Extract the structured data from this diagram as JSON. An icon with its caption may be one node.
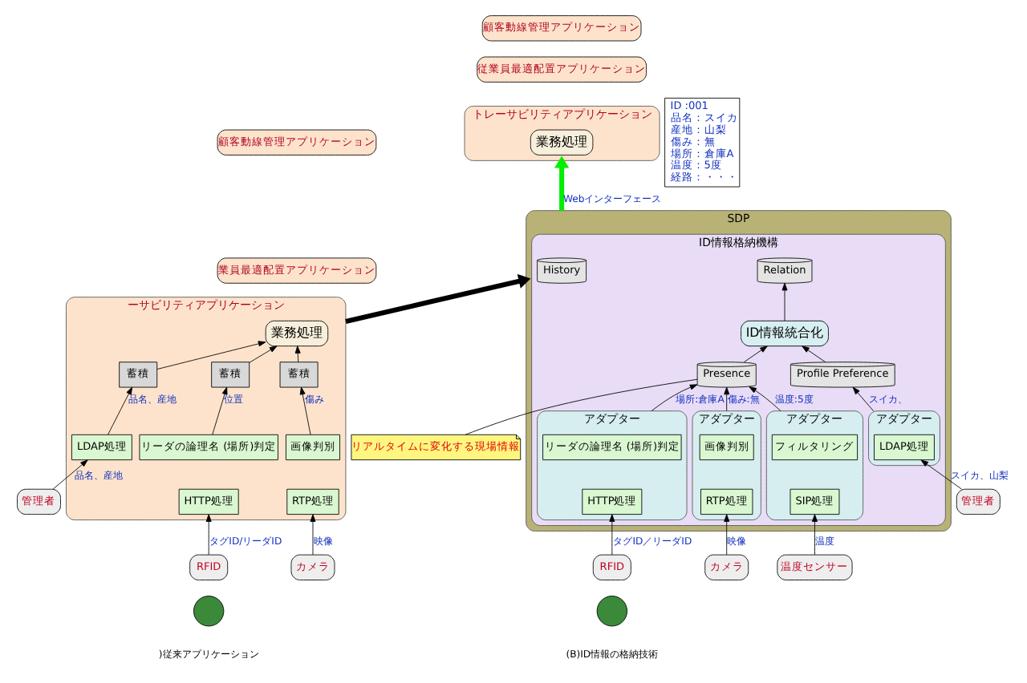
{
  "diagram": {
    "nodes": [
      {
        "text": [
          "顧客動線管理アプリケーション"
        ]
      },
      {
        "text": [
          "業員最適配置アプリケーション"
        ]
      },
      {
        "text": [
          "ーサビリティアプリケーション"
        ]
      },
      {
        "text": [
          "業務処理"
        ],
        "in": 2
      },
      {
        "text": [
          "蓄積"
        ],
        "in": 2
      },
      {
        "text": [
          "蓄積"
        ],
        "in": 2
      },
      {
        "text": [
          "蓄積"
        ],
        "in": 2
      },
      {
        "text": [
          "リーダの論理名 (場所)判定"
        ],
        "in": 2
      },
      {
        "text": [
          "HTTP処理"
        ],
        "in": 2
      },
      {
        "text": [
          "画像判別"
        ],
        "in": 2
      },
      {
        "text": [
          "RTP処理"
        ],
        "in": 2
      },
      {
        "text": [
          "LDAP処理"
        ],
        "in": 2
      },
      {
        "text": [
          "RFID"
        ]
      },
      {
        "text": [
          "カメラ"
        ]
      },
      {
        "text": [
          "管理者"
        ]
      },
      {
        "text": [],
        "shape": "circle"
      },
      {
        "text": [
          "顧客動線管理アプリケーション"
        ]
      },
      {
        "text": [
          "従業員最適配置アプリケーション"
        ]
      },
      {
        "text": [
          "トレーサビリティアプリケーション"
        ]
      },
      {
        "text": [
          "業務処理"
        ],
        "in": 18
      },
      {
        "text": [
          "SDP"
        ]
      },
      {
        "text": [
          "ID情報格納機構"
        ],
        "in": 20
      },
      {
        "text": [
          "History"
        ],
        "in": 21
      },
      {
        "text": [
          "Relation"
        ],
        "in": 21
      },
      {
        "text": [
          "ID情報統合化"
        ],
        "in": 21
      },
      {
        "text": [
          "Presence"
        ],
        "in": 21
      },
      {
        "text": [
          "Profile Preference"
        ],
        "in": 21
      },
      {
        "text": [
          "リアルタイムに変化する現場情報"
        ]
      },
      {
        "text": [
          "ID :001",
          "品名：スイカ",
          "産地：山梨",
          "傷み：無",
          "場所：倉庫A",
          "温度：5度",
          "経路：・・・"
        ]
      },
      {
        "text": [
          "アダプター"
        ],
        "in": 21
      },
      {
        "text": [
          "フィルタリング"
        ],
        "in": 29
      },
      {
        "text": [
          "SIP処理"
        ],
        "in": 29
      },
      {
        "text": [
          "アダプター"
        ],
        "in": 21
      },
      {
        "text": [
          "リーダの論理名 (場所)判定"
        ],
        "in": 32
      },
      {
        "text": [
          "HTTP処理"
        ],
        "in": 32
      },
      {
        "text": [
          "アダプター"
        ],
        "in": 21
      },
      {
        "text": [
          "画像判別"
        ],
        "in": 35
      },
      {
        "text": [
          "RTP処理"
        ],
        "in": 35
      },
      {
        "text": [
          "アダプター"
        ],
        "in": 21
      },
      {
        "text": [
          "LDAP処理"
        ],
        "in": 38
      },
      {
        "text": [
          "温度センサー"
        ]
      },
      {
        "text": [
          "RFID"
        ]
      },
      {
        "text": [
          "カメラ"
        ]
      },
      {
        "text": [
          "管理者"
        ]
      },
      {
        "text": [],
        "shape": "circle"
      }
    ],
    "edges": [
      {
        "from": 4,
        "to": 3,
        "arrow": "to"
      },
      {
        "from": 5,
        "to": 3,
        "arrow": "to"
      },
      {
        "from": 6,
        "to": 3,
        "arrow": "to"
      },
      {
        "from": 7,
        "to": 4,
        "arrow": "to",
        "label": "位置"
      },
      {
        "from": 9,
        "to": 5,
        "arrow": "to",
        "label": "傷み"
      },
      {
        "from": 11,
        "to": 6,
        "arrow": "to",
        "label": "品名、産地"
      },
      {
        "from": 12,
        "to": 8,
        "arrow": "to",
        "label": "タグID/リーダID"
      },
      {
        "from": 13,
        "to": 10,
        "arrow": "to",
        "label": "映像"
      },
      {
        "from": 14,
        "to": 11,
        "arrow": "to",
        "label": "品名、産地"
      },
      {
        "from": 2,
        "to": 20,
        "arrow": "to",
        "style": "thick"
      },
      {
        "from": 20,
        "to": 18,
        "arrow": "to",
        "label": "Webインターフェース",
        "style": "thick",
        "color": "#00ee00"
      },
      {
        "from": 24,
        "to": 23,
        "arrow": "to"
      },
      {
        "from": 25,
        "to": 24,
        "arrow": "to"
      },
      {
        "from": 26,
        "to": 24,
        "arrow": "to"
      },
      {
        "from": 27,
        "to": 25,
        "arrow": "none"
      },
      {
        "from": 29,
        "to": 25,
        "arrow": "to",
        "label": "温度:5度"
      },
      {
        "from": 32,
        "to": 25,
        "arrow": "to",
        "label": "場所:倉庫A"
      },
      {
        "from": 35,
        "to": 25,
        "arrow": "to",
        "label": "傷み:無"
      },
      {
        "from": 38,
        "to": 26,
        "arrow": "to",
        "label": "スイカ、"
      },
      {
        "from": 40,
        "to": 31,
        "arrow": "to",
        "label": "温度"
      },
      {
        "from": 41,
        "to": 34,
        "arrow": "to",
        "label": "タグID／リーダID"
      },
      {
        "from": 42,
        "to": 37,
        "arrow": "to",
        "label": "映像"
      },
      {
        "from": 43,
        "to": 39,
        "arrow": "to",
        "label": "スイカ、山梨"
      }
    ],
    "labels": [
      ")従来アプリケーション",
      "(B)ID情報の格納技術"
    ]
  }
}
